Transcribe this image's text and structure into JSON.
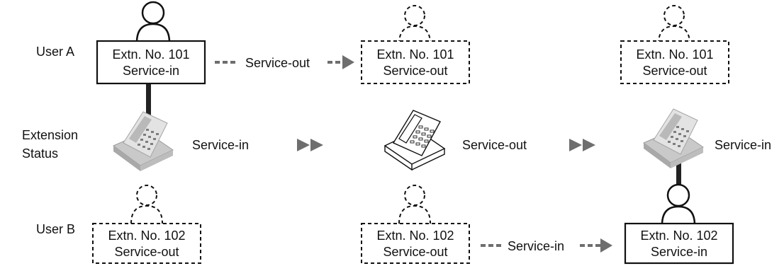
{
  "row_labels": {
    "user_a": "User A",
    "extension_line1": "Extension",
    "extension_line2": "Status",
    "user_b": "User B"
  },
  "boxes": {
    "a1": {
      "line1": "Extn. No. 101",
      "line2": "Service-in"
    },
    "a2": {
      "line1": "Extn. No. 101",
      "line2": "Service-out"
    },
    "a3": {
      "line1": "Extn. No. 101",
      "line2": "Service-out"
    },
    "b1": {
      "line1": "Extn. No. 102",
      "line2": "Service-out"
    },
    "b2": {
      "line1": "Extn. No. 102",
      "line2": "Service-out"
    },
    "b3": {
      "line1": "Extn. No. 102",
      "line2": "Service-in"
    }
  },
  "transitions": {
    "user_a": "Service-out",
    "user_b": "Service-in"
  },
  "extension_status": {
    "phone1": "Service-in",
    "phone2": "Service-out",
    "phone3": "Service-in"
  },
  "colors": {
    "line": "#111111",
    "arrow": "#6e6e6e",
    "phone_body": "#d4d4d4",
    "phone_dark": "#8a8a8a"
  },
  "icons": {
    "user": "person-icon",
    "phone": "desk-phone-icon",
    "step": "double-triangle-arrow-icon"
  }
}
